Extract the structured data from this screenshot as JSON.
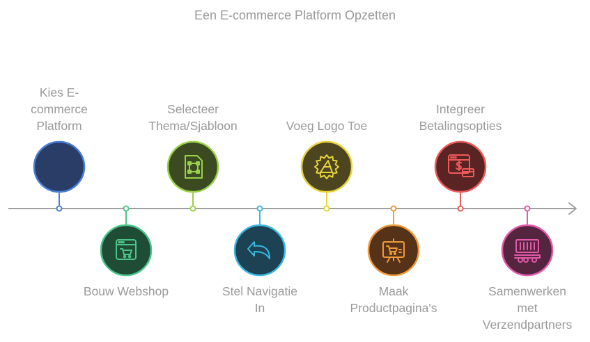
{
  "title": "Een E-commerce Platform Opzetten",
  "steps": [
    {
      "label_lines": [
        "Kies E-",
        "commerce",
        "Platform"
      ],
      "icon": "",
      "position": "above",
      "color": "#4a7fd6",
      "fill": "#2a3d66"
    },
    {
      "label_lines": [
        "Bouw Webshop"
      ],
      "icon": "webshop-cart-icon",
      "position": "below",
      "color": "#4cc48a",
      "fill": "#1f4c34"
    },
    {
      "label_lines": [
        "Selecteer",
        "Thema/Sjabloon"
      ],
      "icon": "template-frame-icon",
      "position": "above",
      "color": "#9ad14a",
      "fill": "#3c4a22"
    },
    {
      "label_lines": [
        "Stel Navigatie",
        "In"
      ],
      "icon": "navigation-arrow-icon",
      "position": "below",
      "color": "#3ab8e0",
      "fill": "#1c4254"
    },
    {
      "label_lines": [
        "Voeg Logo Toe"
      ],
      "icon": "logo-badge-icon",
      "position": "above",
      "color": "#e8d43a",
      "fill": "#4d4520"
    },
    {
      "label_lines": [
        "Maak",
        "Productpagina's"
      ],
      "icon": "product-board-icon",
      "position": "below",
      "color": "#f09a3a",
      "fill": "#553218"
    },
    {
      "label_lines": [
        "Integreer",
        "Betalingsopties"
      ],
      "icon": "payment-icon",
      "position": "above",
      "color": "#ef5a5a",
      "fill": "#5a2424"
    },
    {
      "label_lines": [
        "Samenwerken",
        "met",
        "Verzendpartners"
      ],
      "icon": "shipping-truck-icon",
      "position": "below",
      "color": "#e25aa8",
      "fill": "#552540"
    }
  ]
}
